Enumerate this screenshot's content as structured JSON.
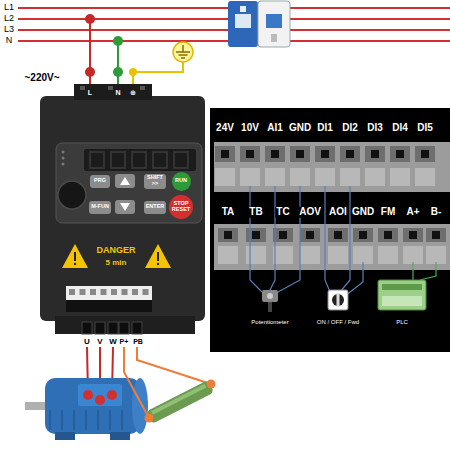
{
  "diagram": {
    "nodes": [
      {
        "text": [
          "PRG"
        ]
      },
      {
        "text": [
          "SHIFT",
          ">>"
        ]
      },
      {
        "text": [
          "RUN"
        ]
      },
      {
        "text": [
          "M-FUN"
        ]
      },
      {
        "text": [
          "ENTER"
        ]
      },
      {
        "text": [
          "STOP",
          "RESET"
        ]
      }
    ],
    "labels": [
      "L1",
      "L2",
      "L3",
      "N",
      "~220V~",
      "L",
      "N",
      "⊕",
      "DANGER",
      "5 min",
      "U",
      "V",
      "W",
      "P+",
      "PB",
      "24V",
      "10V",
      "AI1",
      "GND",
      "DI1",
      "DI2",
      "DI3",
      "DI4",
      "DI5",
      "TA",
      "TB",
      "TC",
      "AOV",
      "AOI",
      "GND",
      "FM",
      "A+",
      "B-",
      "Potentiometer",
      "ON / OFF / Fwd",
      "PLC"
    ]
  }
}
